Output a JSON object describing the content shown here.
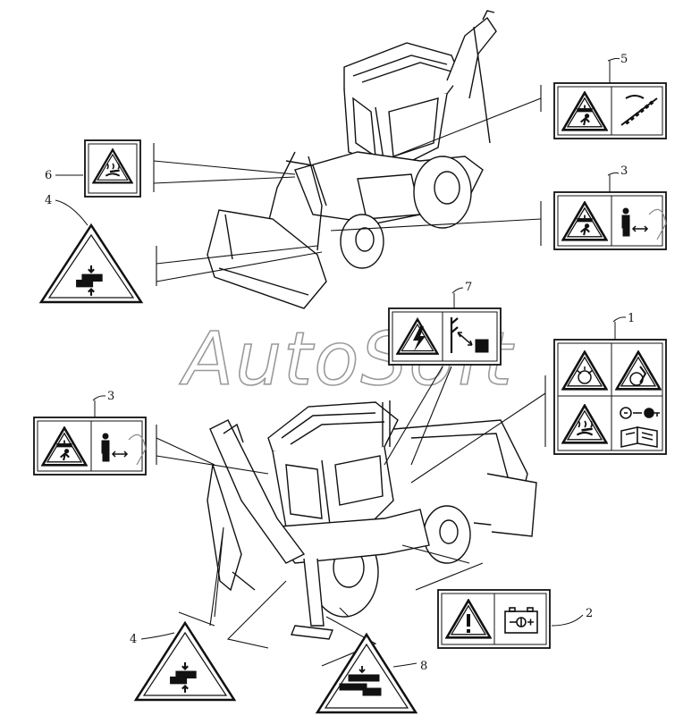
{
  "watermark": "AutoSoft",
  "callouts": {
    "c1": "1",
    "c2": "2",
    "c3_top": "3",
    "c3_left": "3",
    "c4_top": "4",
    "c4_bottom": "4",
    "c5": "5",
    "c6": "6",
    "c7": "7",
    "c8": "8"
  },
  "icons": {
    "decal_5": [
      "crush-hazard-icon",
      "boom-lock-icon"
    ],
    "decal_3": [
      "crush-hazard-icon",
      "keep-clear-person-icon"
    ],
    "decal_6": [
      "hot-surface-icon"
    ],
    "decal_4": [
      "hand-crush-icon"
    ],
    "decal_7": [
      "electrical-hazard-icon",
      "overhead-line-clearance-icon"
    ],
    "decal_1": [
      "flying-debris-icon",
      "entanglement-icon",
      "hot-fluid-icon",
      "remove-key-icon",
      "read-manual-icon"
    ],
    "decal_2": [
      "general-warning-icon",
      "battery-icon"
    ],
    "decal_8": [
      "foot-crush-icon"
    ]
  },
  "colors": {
    "line": "#111111",
    "watermark_outline": "#9a9a9a"
  }
}
